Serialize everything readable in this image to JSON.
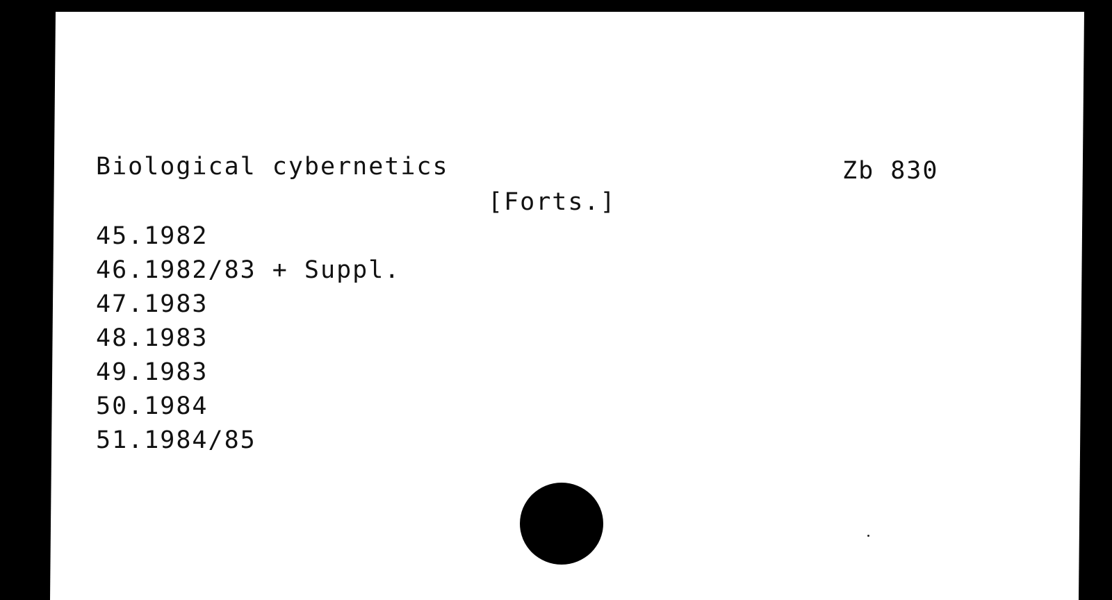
{
  "card": {
    "title": "Biological cybernetics",
    "call_number": "Zb 830",
    "continuation_note": "[Forts.]",
    "holdings": [
      "45.1982",
      "46.1982/83 + Suppl.",
      "47.1983",
      "48.1983",
      "49.1983",
      "50.1984",
      "51.1984/85"
    ]
  }
}
